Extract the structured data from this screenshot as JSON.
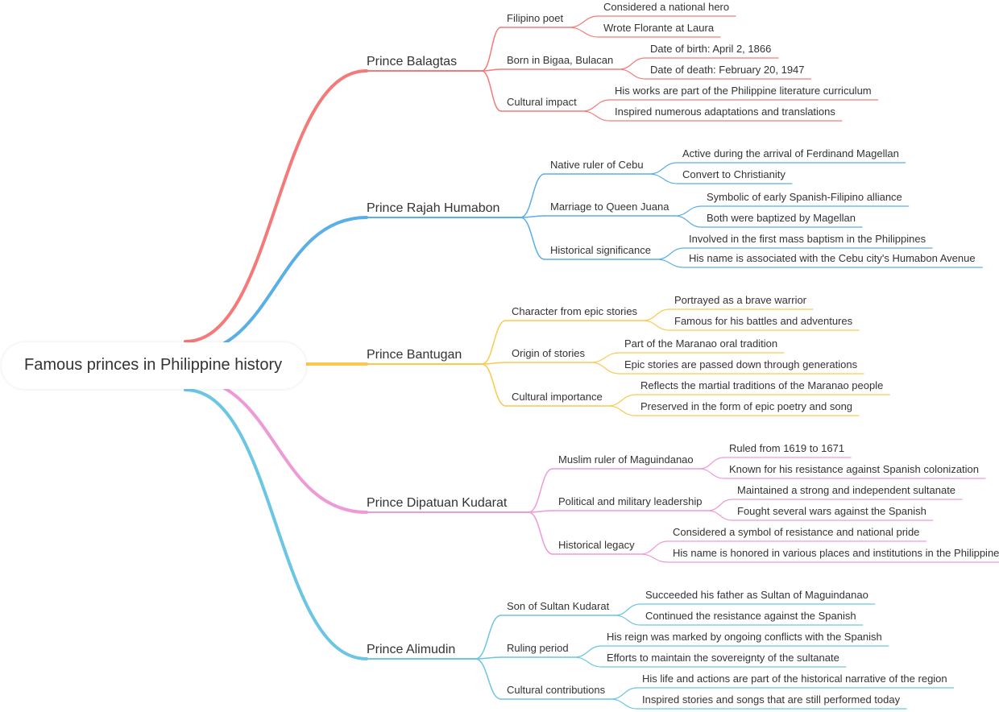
{
  "mindmap": {
    "root": "Famous princes in Philippine history",
    "branches": [
      {
        "label": "Prince Balagtas",
        "color": "#f47a7a",
        "children": [
          {
            "label": "Filipino poet",
            "children": [
              "Considered a national hero",
              "Wrote Florante at Laura"
            ]
          },
          {
            "label": "Born in Bigaa, Bulacan",
            "children": [
              "Date of birth: April 2, 1866",
              "Date of death: February 20, 1947"
            ]
          },
          {
            "label": "Cultural impact",
            "children": [
              "His works are part of the Philippine literature curriculum",
              "Inspired numerous adaptations and translations"
            ]
          }
        ]
      },
      {
        "label": "Prince Rajah Humabon",
        "color": "#5aafe6",
        "children": [
          {
            "label": "Native ruler of Cebu",
            "children": [
              "Active during the arrival of Ferdinand Magellan",
              "Convert to Christianity"
            ]
          },
          {
            "label": "Marriage to Queen Juana",
            "children": [
              "Symbolic of early Spanish-Filipino alliance",
              "Both were baptized by Magellan"
            ]
          },
          {
            "label": "Historical significance",
            "children": [
              "Involved in the first mass baptism in the Philippines",
              "His name is associated with the Cebu city's Humabon Avenue"
            ]
          }
        ]
      },
      {
        "label": "Prince Bantugan",
        "color": "#fbc94e",
        "children": [
          {
            "label": "Character from epic stories",
            "children": [
              "Portrayed as a brave warrior",
              "Famous for his battles and adventures"
            ]
          },
          {
            "label": "Origin of stories",
            "children": [
              "Part of the Maranao oral tradition",
              "Epic stories are passed down through generations"
            ]
          },
          {
            "label": "Cultural importance",
            "children": [
              "Reflects the martial traditions of the Maranao people",
              "Preserved in the form of epic poetry and song"
            ]
          }
        ]
      },
      {
        "label": "Prince Dipatuan Kudarat",
        "color": "#ee9ad6",
        "children": [
          {
            "label": "Muslim ruler of Maguindanao",
            "children": [
              "Ruled from 1619 to 1671",
              "Known for his resistance against Spanish colonization"
            ]
          },
          {
            "label": "Political and military leadership",
            "children": [
              "Maintained a strong and independent sultanate",
              "Fought several wars against the Spanish"
            ]
          },
          {
            "label": "Historical legacy",
            "children": [
              "Considered a symbol of resistance and national pride",
              "His name is honored in various places and institutions in the Philippines"
            ]
          }
        ]
      },
      {
        "label": "Prince Alimudin",
        "color": "#6ac6e2",
        "children": [
          {
            "label": "Son of Sultan Kudarat",
            "children": [
              "Succeeded his father as Sultan of Maguindanao",
              "Continued the resistance against the Spanish"
            ]
          },
          {
            "label": "Ruling period",
            "children": [
              "His reign was marked by ongoing conflicts with the Spanish",
              "Efforts to maintain the sovereignty of the sultanate"
            ]
          },
          {
            "label": "Cultural contributions",
            "children": [
              "His life and actions are part of the historical narrative of the region",
              "Inspired stories and songs that are still performed today"
            ]
          }
        ]
      }
    ]
  }
}
